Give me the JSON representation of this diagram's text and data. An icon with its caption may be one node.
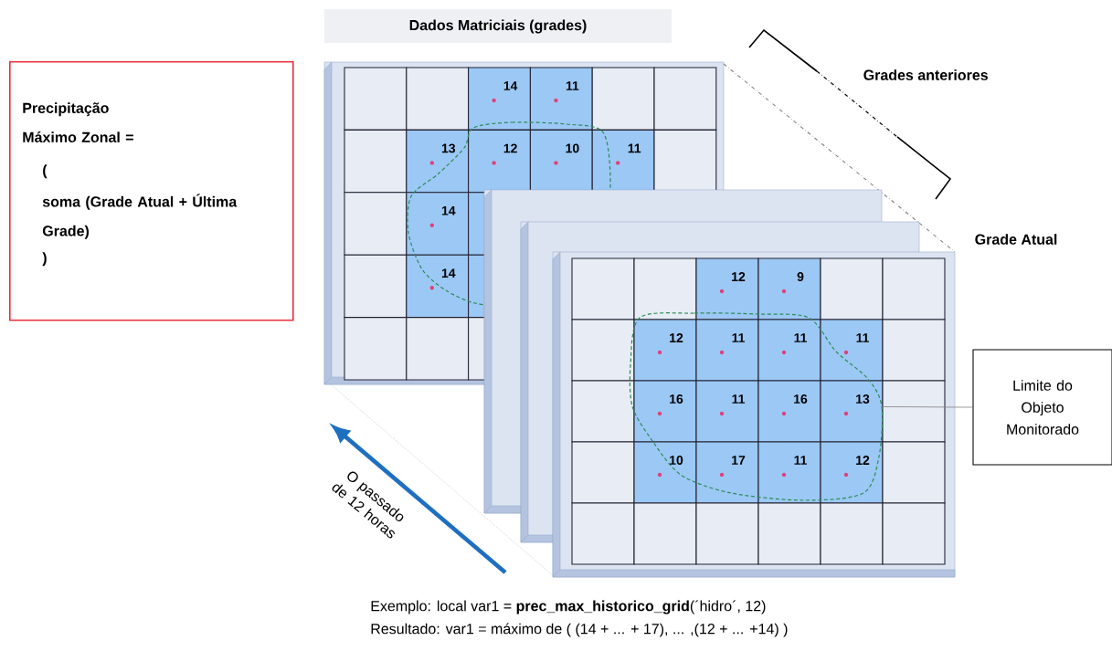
{
  "diagram": {
    "title": "Dados Matriciais (grades)",
    "nodes": [
      {
        "text": [
          "Precipitação Máximo Zonal =",
          "(",
          "soma (Grade Atual + Última Grade)",
          ")"
        ]
      },
      {
        "text": [
          "Limite do Objeto Monitorado"
        ]
      },
      {
        "text": [],
        "shape": "curve"
      }
    ],
    "edges": [
      {
        "from": 1,
        "to": 2,
        "arrow": "none"
      }
    ],
    "labels": [
      "Grades anteriores",
      "Grade Atual",
      "14",
      "11",
      "13",
      "12",
      "10",
      "11",
      "14",
      "14",
      "12",
      "9",
      "12",
      "11",
      "11",
      "11",
      "16",
      "11",
      "16",
      "13",
      "10",
      "17",
      "11",
      "12",
      "O passado de 12 horas",
      "Exemplo:   local var1 = **prec_max_historico_grid**(´hidro´, 12)",
      "Resultado:  var1 =  máximo de ( (14 +  ...  + 17), ... ,(12 + ... +14) )"
    ]
  }
}
